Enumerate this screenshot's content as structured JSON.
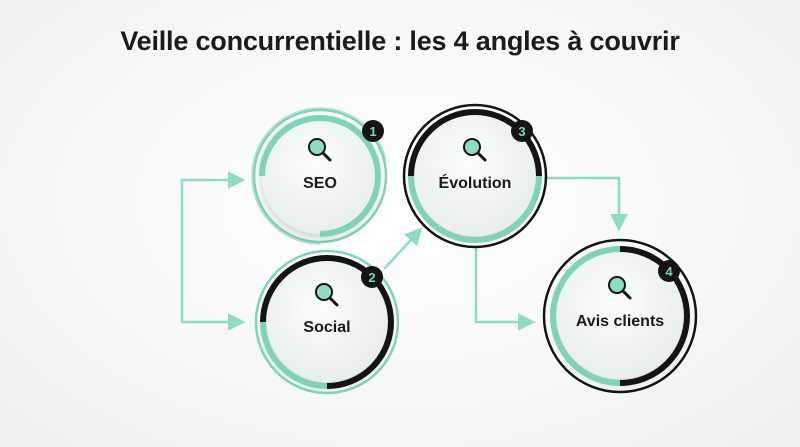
{
  "title": "Veille concurrentielle : les 4 angles à couvrir",
  "colors": {
    "accent": "#7fd4b6",
    "ink": "#141414",
    "node_fill": "#eef3f1",
    "arrow": "#8fdcbf"
  },
  "nodes": [
    {
      "id": "seo",
      "label": "SEO",
      "step": "1",
      "icon": "magnifier-icon"
    },
    {
      "id": "social",
      "label": "Social",
      "step": "2",
      "icon": "magnifier-icon"
    },
    {
      "id": "evolution",
      "label": "Évolution",
      "step": "3",
      "icon": "magnifier-icon"
    },
    {
      "id": "avis",
      "label": "Avis clients",
      "step": "4",
      "icon": "magnifier-icon"
    }
  ],
  "edges": [
    {
      "from": "start",
      "to": "seo"
    },
    {
      "from": "start",
      "to": "social"
    },
    {
      "from": "social",
      "to": "evolution"
    },
    {
      "from": "evolution",
      "to": "avis"
    },
    {
      "from": "evolution",
      "to": "avis"
    }
  ]
}
